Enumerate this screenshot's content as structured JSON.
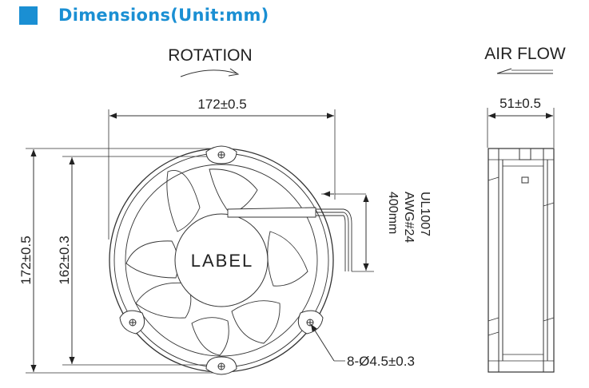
{
  "header": {
    "title": "Dimensions(Unit:mm)",
    "accent_color": "#1a8fd3"
  },
  "front_view": {
    "rotation_label": "ROTATION",
    "overall_width": "172±0.5",
    "overall_height": "172±0.5",
    "hole_spacing": "162±0.3",
    "center_label": "LABEL",
    "wire_spec": [
      "UL1007",
      "AWG#24",
      "400mm"
    ],
    "mounting_holes": "8-Ø4.5±0.3"
  },
  "side_view": {
    "airflow_label": "AIR FLOW",
    "depth": "51±0.5"
  }
}
